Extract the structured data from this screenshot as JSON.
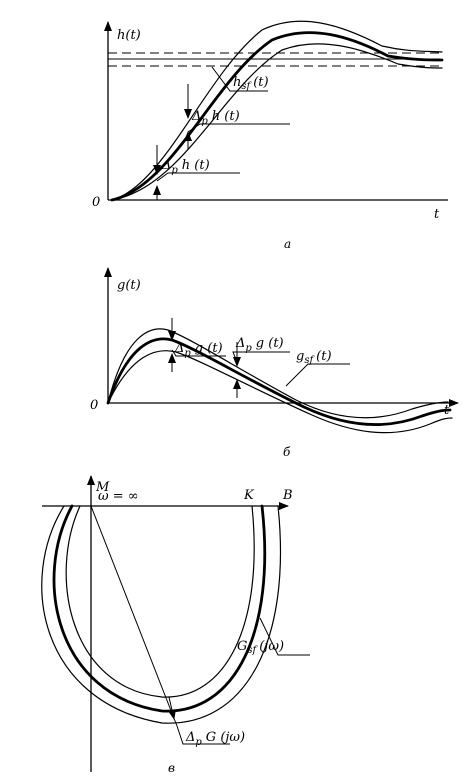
{
  "panel_a": {
    "y_label": "h(t)",
    "x_label": "t",
    "origin": "0",
    "label_main": "h",
    "label_main_sub": "sf",
    "label_main_arg": "(t)",
    "label_upper_delta": "Δ",
    "label_upper_sub": "p",
    "label_upper_rest": "h (t)",
    "label_lower_delta": "Δ",
    "label_lower_sub": "p",
    "label_lower_rest": "h (t)",
    "caption": "а"
  },
  "panel_b": {
    "y_label": "g(t)",
    "x_label": "t",
    "origin": "0",
    "label_delta_top": "Δ",
    "label_delta_top_sub": "p",
    "label_delta_top_rest": "g (t)",
    "label_delta_mid": "Δ",
    "label_delta_mid_sub": "p",
    "label_delta_mid_rest": "g (t)",
    "label_main": "g",
    "label_main_sub": "sf",
    "label_main_arg": "(t)",
    "caption": "б"
  },
  "panel_c": {
    "y_label": "M",
    "x_label": "B",
    "omega_label": "ω = ∞",
    "point_label": "K",
    "label_main": "G",
    "label_main_sub": "sf",
    "label_main_arg": "(jω)",
    "label_delta": "Δ",
    "label_delta_sub": "p",
    "label_delta_rest": "G (jω)",
    "caption": "в"
  }
}
